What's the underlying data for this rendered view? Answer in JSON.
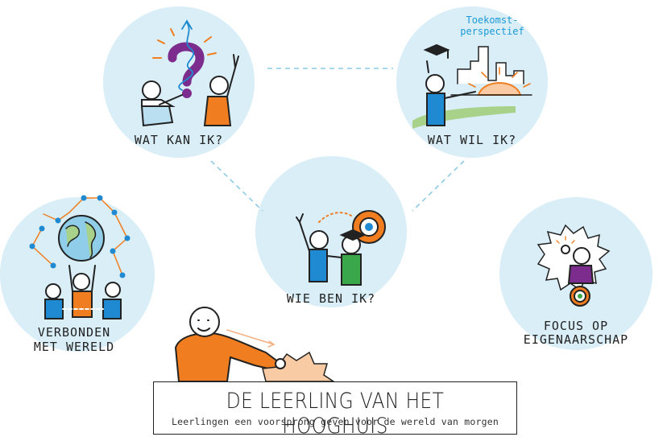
{
  "nodes": {
    "wat_kan_ik": "WAT KAN IK?",
    "wat_wil_ik": "WAT WIL IK?",
    "wie_ben_ik": "WIE BEN IK?",
    "verbonden_1": "VERBONDEN",
    "verbonden_2": "MET WERELD",
    "focus_1": "FOCUS OP",
    "focus_2": "EIGENAARSCHAP",
    "toekomst_1": "Toekomst-",
    "toekomst_2": "perspectief"
  },
  "title": "DE LEERLING VAN HET HOOGHUIS",
  "subtitle": "Leerlingen een voorsprong geven voor de wereld van morgen",
  "colors": {
    "circle_fill": "#d9eef7",
    "connector": "#8ccbe6",
    "orange": "#f07d1f",
    "blue": "#1f8ad1",
    "green": "#3aa84a",
    "purple": "#7b2c8c"
  },
  "icons": [
    "question-mark-icon",
    "graduation-cap-icon",
    "globe-icon",
    "lightbulb-icon",
    "skyline-icon",
    "target-icon"
  ]
}
